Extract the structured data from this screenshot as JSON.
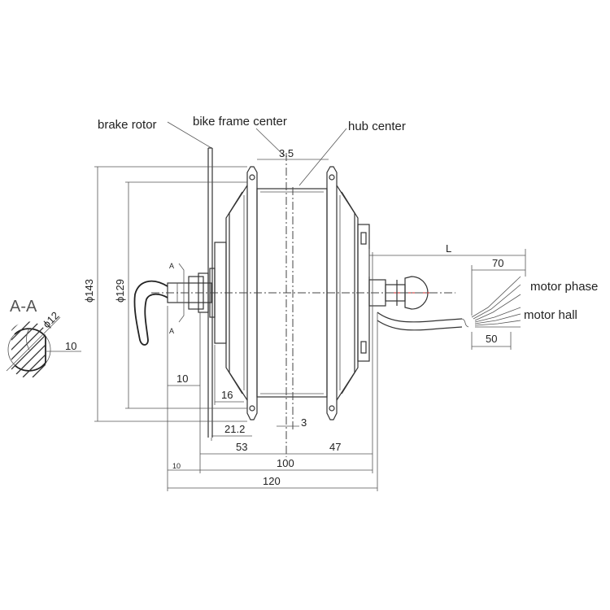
{
  "labels": {
    "brake_rotor": "brake rotor",
    "bike_frame_center": "bike frame center",
    "hub_center": "hub center",
    "motor_phase": "motor phase",
    "motor_hall": "motor hall"
  },
  "section": {
    "title": "A-A",
    "diameter": "ϕ12",
    "flat": "10",
    "marker": "A"
  },
  "dimensions": {
    "d_3_5": "3.5",
    "d_143": "ϕ143",
    "d_129": "ϕ129",
    "d_10": "10",
    "d_16": "16",
    "d_21_2": "21.2",
    "d_3": "3",
    "d_53": "53",
    "d_47": "47",
    "d_100": "100",
    "d_120": "120",
    "d_10_small": "10",
    "d_L": "L",
    "d_70": "70",
    "d_50": "50"
  },
  "colors": {
    "line": "#333333",
    "accent_red": "#cc2222"
  }
}
